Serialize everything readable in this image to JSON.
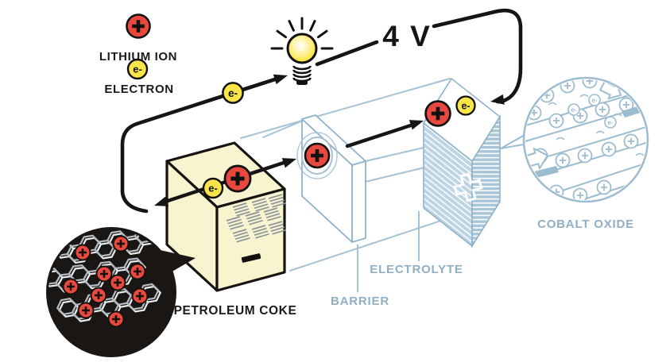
{
  "diagram": {
    "kind": "lithium-ion-battery-schematic",
    "voltage_label": "4 V",
    "legend": {
      "lithium_ion_label": "LITHIUM ION",
      "electron_label": "ELECTRON"
    },
    "symbols": {
      "electron": "e-",
      "plus": "+",
      "minus": "−"
    },
    "components": {
      "anode_label": "PETROLEUM COKE",
      "barrier_label": "BARRIER",
      "electrolyte_label": "ELECTROLYTE",
      "cathode_label": "COBALT OXIDE"
    },
    "colors": {
      "lithium_ion_red": "#e8483d",
      "electron_yellow": "#f9e54a",
      "anode_cream": "#f9f4d0",
      "diagram_blue": "#a6c2d5",
      "label_blue": "#8fafc4",
      "wire_black": "#151515",
      "inset_black": "#1a1613"
    }
  }
}
